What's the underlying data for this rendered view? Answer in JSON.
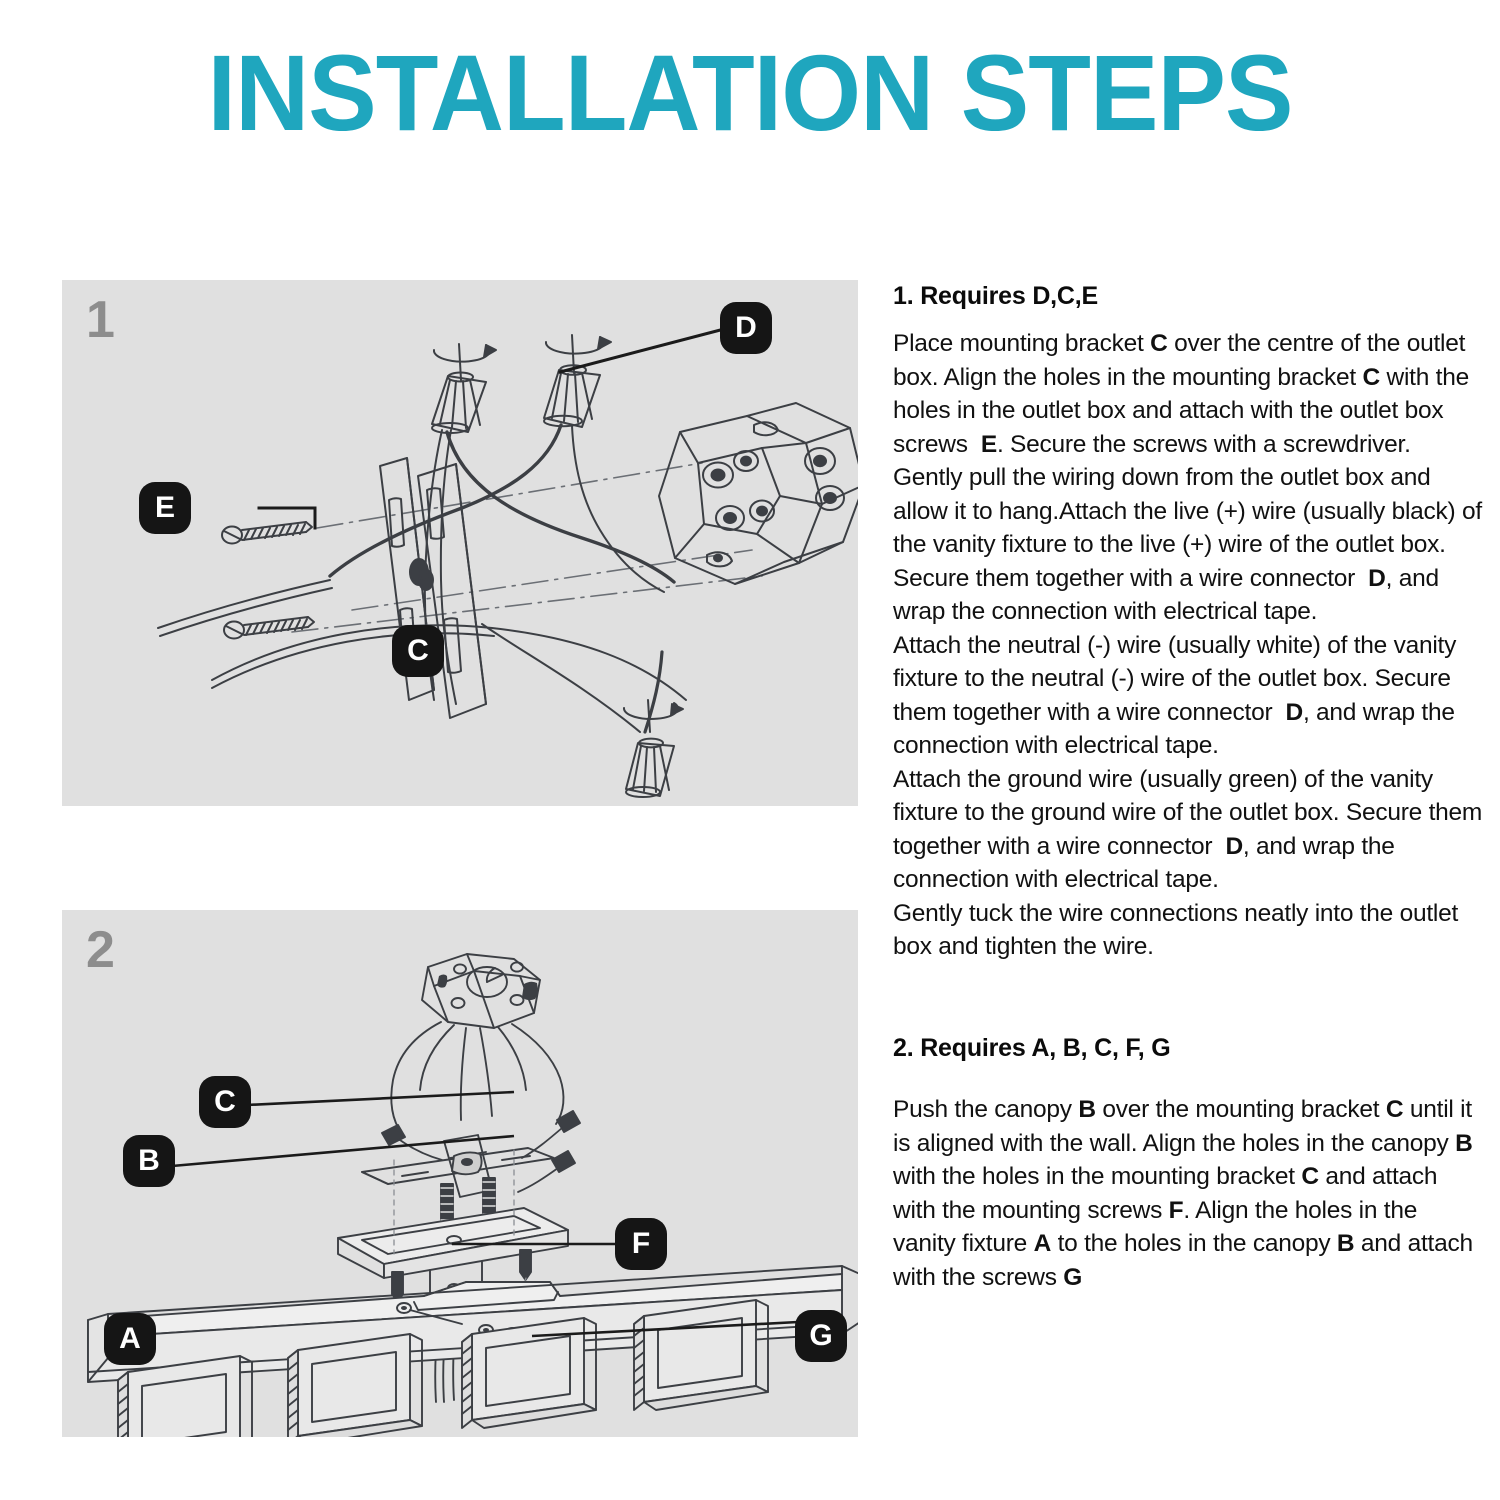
{
  "title": "INSTALLATION STEPS",
  "accent_color": "#1FA6BE",
  "panel_bg": "#e0e0e0",
  "badge_color": "#151515",
  "panels": [
    {
      "step": "1",
      "diagram_name": "outlet-box-mounting-bracket-wiring-diagram",
      "callouts": [
        {
          "id": "D",
          "label": "D",
          "meaning": "wire connector"
        },
        {
          "id": "E",
          "label": "E",
          "meaning": "outlet box screws"
        },
        {
          "id": "C",
          "label": "C",
          "meaning": "mounting bracket"
        }
      ]
    },
    {
      "step": "2",
      "diagram_name": "canopy-vanity-fixture-assembly-diagram",
      "callouts": [
        {
          "id": "C",
          "label": "C",
          "meaning": "mounting bracket"
        },
        {
          "id": "B",
          "label": "B",
          "meaning": "canopy"
        },
        {
          "id": "F",
          "label": "F",
          "meaning": "mounting screws"
        },
        {
          "id": "G",
          "label": "G",
          "meaning": "screws"
        },
        {
          "id": "A",
          "label": "A",
          "meaning": "vanity fixture"
        }
      ]
    }
  ],
  "sections": [
    {
      "heading": "1. Requires D,C,E",
      "paragraphs": [
        "Place mounting bracket <b>C</b> over the centre of the outlet box. Align the holes in the mounting bracket <b>C</b> with the holes in the outlet box and attach with the outlet box screws&nbsp; <b>E</b>. Secure the screws with a screwdriver.",
        "Gently pull the wiring down from the outlet box and allow it to hang.Attach the live (+) wire (usually black) of the vanity fixture to the live (+) wire of the outlet box. Secure them together with a wire connector&nbsp; <b>D</b>, and wrap the connection with electrical tape.",
        "Attach the neutral (-) wire (usually white) of the vanity fixture to the neutral (-) wire of the outlet box. Secure them together with a wire connector&nbsp; <b>D</b>, and wrap the connection with electrical tape.",
        "Attach the ground wire (usually green) of the vanity fixture to the ground wire of the outlet box. Secure them together with a wire connector&nbsp; <b>D</b>, and wrap the connection with electrical tape.",
        "Gently tuck the wire connections neatly into the outlet box and tighten the wire."
      ]
    },
    {
      "heading": "2. Requires A, B, C, F, G",
      "paragraphs": [
        "Push the canopy <b>B</b> over the mounting bracket <b>C</b> until it is aligned with the wall. Align the holes in the canopy <b>B</b> with the holes in the mounting bracket <b>C</b> and attach with the mounting screws <b>F</b>. Align the holes in the vanity fixture <b>A</b> to the holes in the canopy <b>B</b> and attach with the screws <b>G</b>"
      ]
    }
  ]
}
